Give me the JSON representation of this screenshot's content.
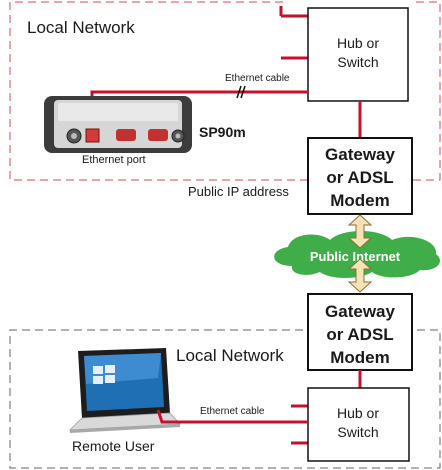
{
  "top_zone": {
    "label": "Local Network"
  },
  "bottom_zone": {
    "label": "Local Network"
  },
  "top_hub": {
    "line1": "Hub or",
    "line2": "Switch"
  },
  "bottom_hub": {
    "line1": "Hub or",
    "line2": "Switch"
  },
  "top_gateway": {
    "line1": "Gateway",
    "line2": "or ADSL",
    "line3": "Modem"
  },
  "bottom_gateway": {
    "line1": "Gateway",
    "line2": "or ADSL",
    "line3": "Modem"
  },
  "receiver": {
    "name": "SP90m",
    "port_label": "Ethernet port",
    "icon": "gnss-receiver-icon"
  },
  "top_cable_label": "Ethernet cable",
  "bottom_cable_label": "Ethernet cable",
  "public_ip_label": "Public IP address",
  "cloud": {
    "label": "Public Internet",
    "icon": "cloud-icon"
  },
  "remote_user": {
    "label": "Remote User",
    "icon": "laptop-icon"
  },
  "colors": {
    "cable": "#c8102e",
    "top_zone_border": "#d9484f",
    "bottom_zone_border": "#666666",
    "cloud": "#3fae49",
    "arrow_fill": "#f6e3b4",
    "arrow_stroke": "#8a6d3b"
  }
}
